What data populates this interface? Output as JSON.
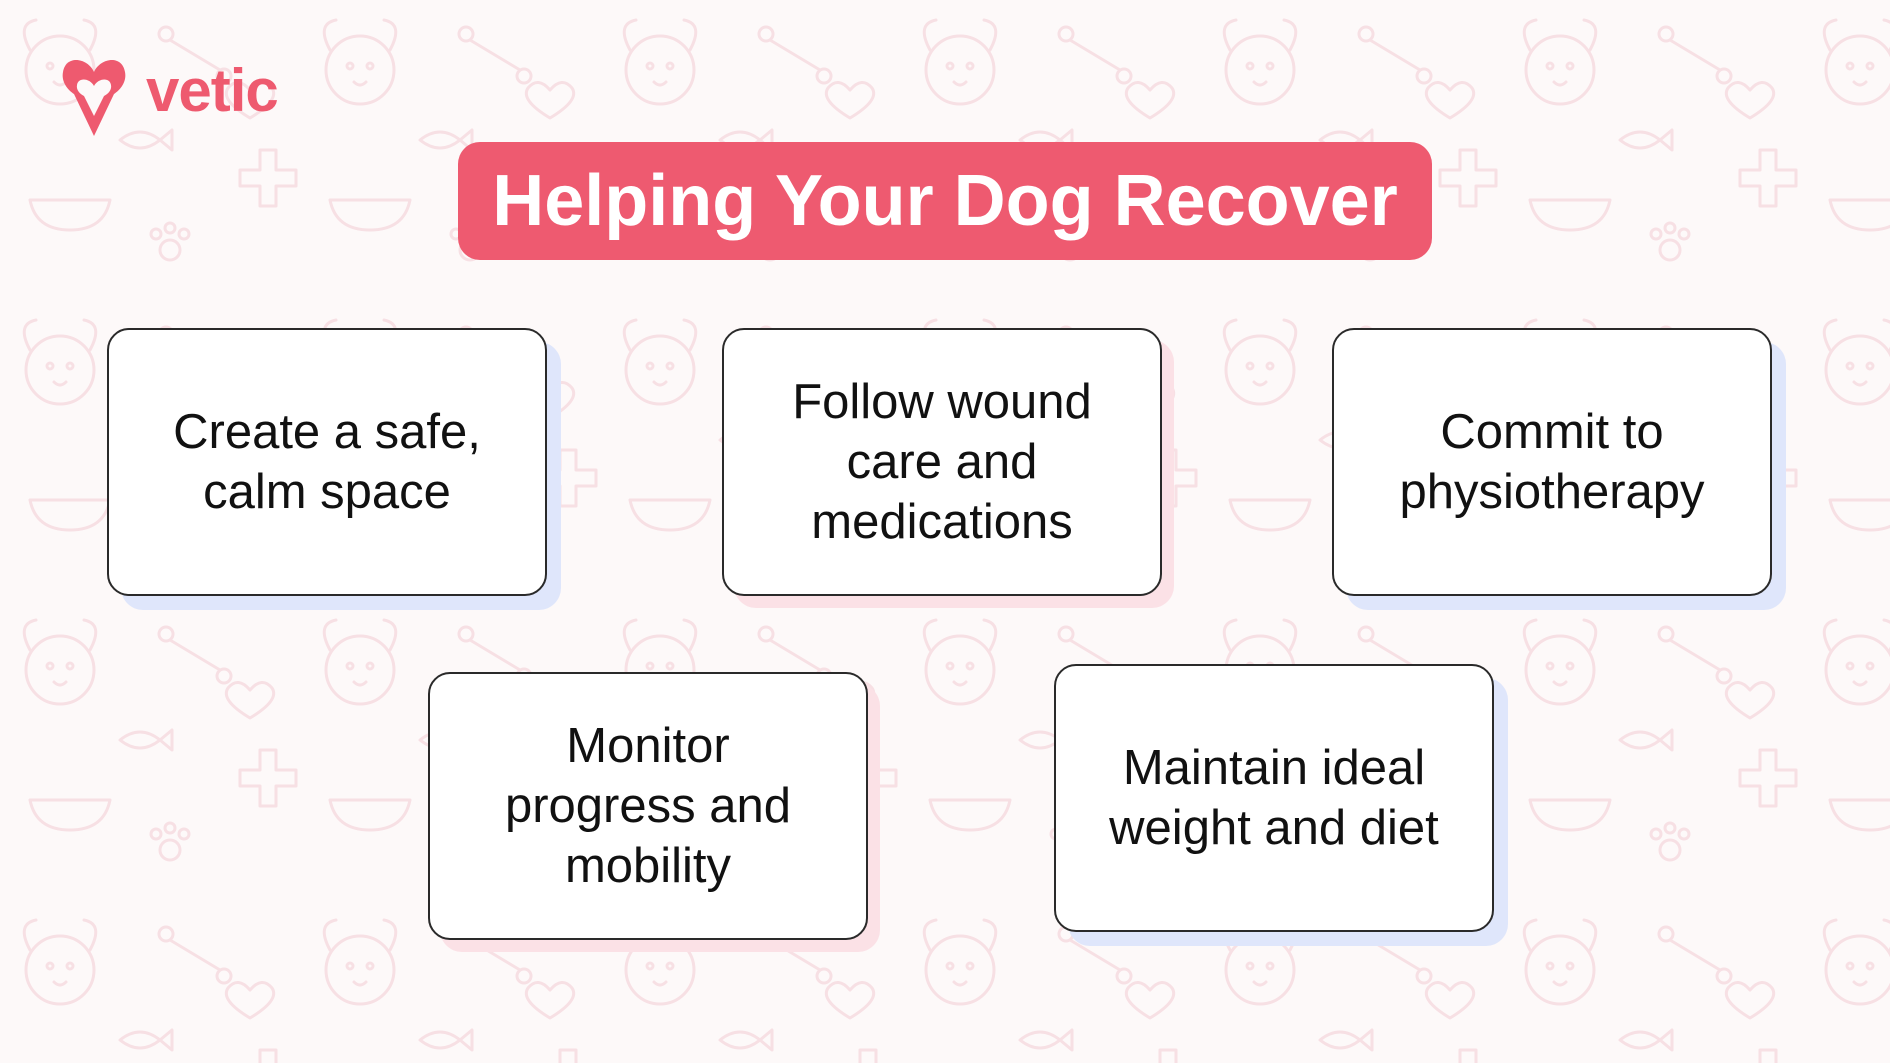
{
  "brand": {
    "name": "vetic",
    "color": "#ee5a6f",
    "icon": "heart-v-logo-icon"
  },
  "title": "Helping Your Dog Recover",
  "colors": {
    "banner": "#ee5a70",
    "card_border": "#2a2a2a",
    "shadow_blue": "#dfe6fb",
    "shadow_pink": "#fbe1e6",
    "pattern": "#f7dde2"
  },
  "steps": [
    {
      "text": "Create a safe,\ncalm space"
    },
    {
      "text": "Follow wound\ncare and\nmedications"
    },
    {
      "text": "Commit to\nphysiotherapy"
    },
    {
      "text": "Monitor\nprogress and\nmobility"
    },
    {
      "text": "Maintain ideal\nweight and diet"
    }
  ]
}
